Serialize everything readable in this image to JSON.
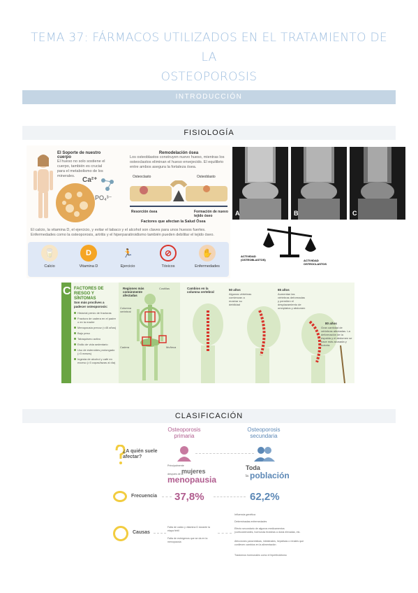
{
  "doc": {
    "title_line1": "TEMA 37: FÁRMACOS UTILIZADOS EN EL TRATAMIENTO DE LA",
    "title_line2": "OSTEOPOROSIS",
    "section_intro": "INTRODUCCIÓN",
    "section_fisio": "FISIOLOGÍA",
    "section_clasif": "CLASIFICACIÓN"
  },
  "info1": {
    "soporte_title": "El Soporte de nuestro cuerpo",
    "soporte_text": "El hueso no solo sostiene el cuerpo, también es crucial para el metabolismo de los minerales.",
    "ca": "Ca²⁺",
    "po": "PO₄³⁻",
    "remod_title": "Remodelación ósea",
    "remod_text": "Los osteoblastos construyen nuevo hueso, mientras los osteoclastos eliminan el hueso envejecido. El equilibrio entre ambos asegura la fortaleza ósea.",
    "osteoclasto": "Osteoclasto",
    "osteoblasto": "Osteoblasto",
    "resorcion": "Resorción ósea",
    "formacion": "Formación de nuevo tejido óseo",
    "factores_title": "Factores que afectan la Salud Ósea",
    "factores_text": "El calcio, la vitamina D, el ejercicio, y evitar el tabaco y el alcohol son claves para unos huesos fuertes. Enfermedades como la osteoporosis, artritis y el hiperparatiroidismo también pueden debilitar el tejido óseo.",
    "factors": [
      "Calcio",
      "Vitamina D",
      "Ejercicio",
      "Tóxicos",
      "Enfermedades"
    ]
  },
  "xray": {
    "labels": [
      "A",
      "B",
      "C"
    ]
  },
  "scale": {
    "left": "ACTIVIDAD (OSTEOBLASTOS)",
    "right": "ACTIVIDAD OSTEOCLASTOS"
  },
  "risk": {
    "letter": "C",
    "title": "FACTORES DE RIESGO Y SÍNTOMAS",
    "sub": "Son más proclives a padecer osteoporosis:",
    "items": [
      "Historial previo de fracturas",
      "Fractura de cadera en el padre o en la madre",
      "Menopausia precoz (<45 años)",
      "Bajo peso",
      "Tabaquismo activo",
      "Estilo de vida sedentario",
      "Uso de esteroides prolongado (>3 meses)",
      "Ingesta de alcohol y café en exceso (>3 copas/tazas al día)"
    ],
    "regiones": "Regiones más comúnmente afectadas",
    "costillas": "Costillas",
    "columna": "Columna vertebral",
    "cadera": "Cadera",
    "muneca": "Muñeca",
    "cambios": "Cambios en la columna vertebral",
    "age50": "50 años",
    "age50_text": "Algunas vértebras comienzan a mostrar su debilidad",
    "age65": "65 años",
    "age65_text": "Aumentan las vértebras deformadas y permiten el desplazamiento de omóplatos y abdomen",
    "age80": "80 años",
    "age80_text": "Gran cantidad de vértebras afectadas. La deformación de la espalda y el abdomen se hace más acusada y notoria."
  },
  "clas": {
    "prim_l1": "Osteoporosis",
    "prim_l2": "primaria",
    "sec_l1": "Osteoporosis",
    "sec_l2": "secundaria",
    "q_quien": "¿A quién suele afectar?",
    "prim_pre": "Principalmente",
    "prim_mujeres": "mujeres",
    "prim_despues": "después de la",
    "prim_meno": "menopausia",
    "sec_toda": "Toda",
    "sec_la": "la",
    "sec_pob": "población",
    "q_frec": "Frecuencia",
    "perc_prim": "37,8%",
    "perc_sec": "62,2%",
    "q_causas": "Causas",
    "causas_prim": [
      "Falta de calcio y vitamina D durante la etapa fértil",
      "Falta de estrógenos que se da en la menopausia"
    ],
    "causas_sec": [
      "Influencia genética",
      "Determinadas enfermedades",
      "Efecto secundario de algunos medicamentos (corticosteroides, hormonas tiroideas a dosis elevadas, etc.",
      "Afecciones pancreáticas, intestinales, hepáticas o renales que conlleven cambios en la alimentación",
      "Trastornos hormonales como el hipertiroidismo"
    ]
  }
}
